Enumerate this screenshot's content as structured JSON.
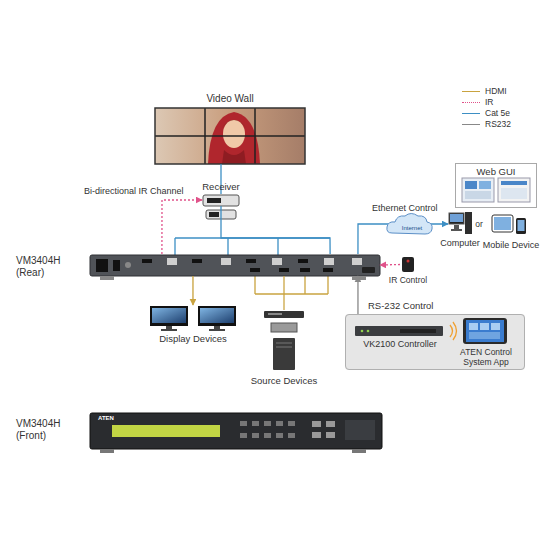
{
  "diagram": {
    "nodes": [
      {
        "text": [
          "Video Wall"
        ]
      },
      {
        "text": [
          "Receiver"
        ]
      },
      {
        "text": [
          "Web GUI"
        ]
      },
      {
        "text": [
          "Computer"
        ]
      },
      {
        "text": [
          "Mobile Device"
        ]
      },
      {
        "text": [
          "VM3404H (Rear)"
        ]
      },
      {
        "text": [
          "IR Control"
        ]
      },
      {
        "text": [
          "Display Devices"
        ]
      },
      {
        "text": [
          "RS-232 Control"
        ]
      },
      {
        "text": [
          "VK2100 Controller"
        ],
        "in": 8
      },
      {
        "text": [
          "ATEN Control System App"
        ],
        "in": 8
      },
      {
        "text": [
          "Source Devices"
        ]
      },
      {
        "text": [
          "VM3404H (Front)"
        ]
      }
    ],
    "edges": [
      {
        "from": 5,
        "to": 1,
        "arrow": "none"
      },
      {
        "from": 1,
        "to": 0,
        "arrow": "none"
      },
      {
        "from": 5,
        "to": 1,
        "label": "Bi-directional IR Channel",
        "arrow": "to"
      },
      {
        "from": 5,
        "to": 7,
        "arrow": "to"
      },
      {
        "from": 11,
        "to": 5,
        "arrow": "none"
      },
      {
        "from": 5,
        "to": 3,
        "arrow": "to"
      },
      {
        "from": 6,
        "to": 5,
        "arrow": "to"
      },
      {
        "from": 8,
        "to": 5,
        "arrow": "to"
      }
    ],
    "labels": [
      "Ethernet Control",
      "Internet",
      "or",
      "ATEN"
    ],
    "legend": [
      {
        "text": "HDMI"
      },
      {
        "text": "IR"
      },
      {
        "text": "Cat 5e"
      },
      {
        "text": "RS232"
      }
    ]
  }
}
